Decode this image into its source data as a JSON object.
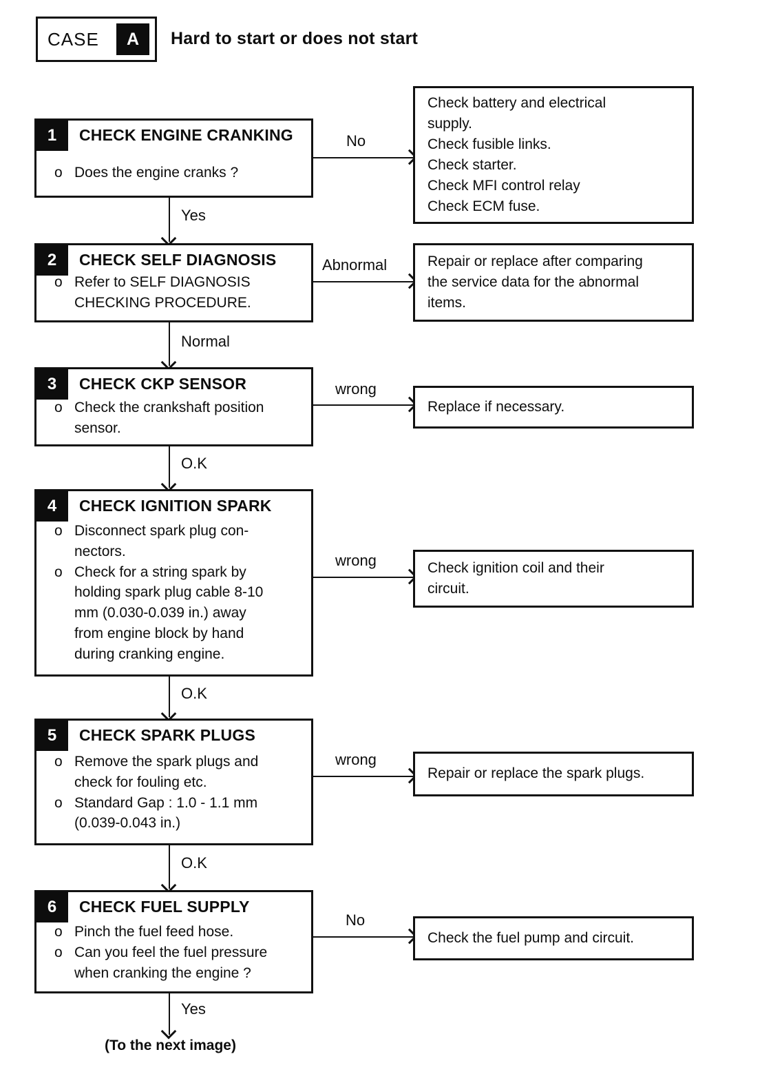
{
  "header": {
    "case_label": "CASE",
    "case_letter": "A",
    "title": "Hard to start or does not start"
  },
  "bullet_marker": "o",
  "footer": "(To the next image)",
  "colors": {
    "ink": "#0d0d0d",
    "paper": "#ffffff"
  },
  "steps": [
    {
      "number": "1",
      "title": "CHECK ENGINE CRANKING",
      "bullets": [
        "Does the engine cranks ?"
      ],
      "branch_label": "No",
      "result": "Check battery and electrical\nsupply.\nCheck fusible links.\nCheck starter.\nCheck MFI control relay\nCheck ECM fuse.",
      "down_label": "Yes"
    },
    {
      "number": "2",
      "title": "CHECK SELF DIAGNOSIS",
      "bullets": [
        "Refer to SELF DIAGNOSIS\nCHECKING PROCEDURE."
      ],
      "branch_label": "Abnormal",
      "result": "Repair or replace after comparing\nthe  service data for the abnormal\nitems.",
      "down_label": "Normal"
    },
    {
      "number": "3",
      "title": "CHECK CKP SENSOR",
      "bullets": [
        "Check the crankshaft position\nsensor."
      ],
      "branch_label": "wrong",
      "result": "Replace if necessary.",
      "down_label": "O.K"
    },
    {
      "number": "4",
      "title": "CHECK IGNITION SPARK",
      "bullets": [
        "Disconnect spark plug con-\nnectors.",
        "Check for a string spark by\nholding spark plug cable 8-10\nmm (0.030-0.039 in.) away\nfrom engine block by hand\nduring cranking engine."
      ],
      "branch_label": "wrong",
      "result": "Check ignition coil and their\ncircuit.",
      "down_label": "O.K"
    },
    {
      "number": "5",
      "title": "CHECK SPARK PLUGS",
      "bullets": [
        "Remove the spark plugs and\ncheck for fouling etc.",
        "Standard Gap : 1.0 - 1.1 mm\n(0.039-0.043 in.)"
      ],
      "branch_label": "wrong",
      "result": "Repair or replace the spark plugs.",
      "down_label": "O.K"
    },
    {
      "number": "6",
      "title": "CHECK FUEL SUPPLY",
      "bullets": [
        "Pinch the fuel feed hose.",
        "Can you feel the fuel pressure\nwhen cranking the engine ?"
      ],
      "branch_label": "No",
      "result": "Check the fuel pump and circuit.",
      "down_label": "Yes"
    }
  ]
}
